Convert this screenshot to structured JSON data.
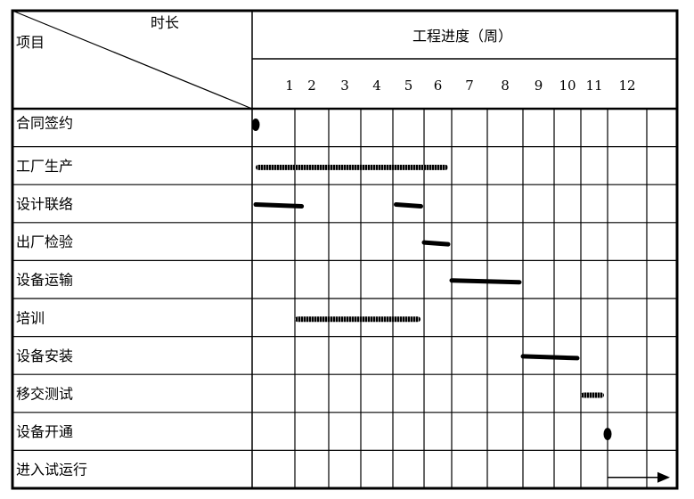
{
  "chart_data": {
    "type": "gantt",
    "corner_top_label": "时长",
    "corner_left_label": "项目",
    "xlabel": "工程进度（周）",
    "weeks": [
      "1",
      "2",
      "3",
      "4",
      "5",
      "6",
      "7",
      "8",
      "9",
      "10",
      "11",
      "12"
    ],
    "tasks": [
      {
        "label": "合同签约",
        "kind": "milestone",
        "at": 0
      },
      {
        "label": "工厂生产",
        "kind": "bar",
        "style": "hatched",
        "segments": [
          [
            0,
            6
          ]
        ]
      },
      {
        "label": "设计联络",
        "kind": "bar",
        "style": "solid",
        "segments": [
          [
            0,
            1.2
          ],
          [
            4.1,
            4.9
          ]
        ]
      },
      {
        "label": "出厂检验",
        "kind": "bar",
        "style": "solid",
        "segments": [
          [
            5.0,
            6.0
          ]
        ]
      },
      {
        "label": "设备运输",
        "kind": "bar",
        "style": "solid",
        "segments": [
          [
            6.0,
            8.0
          ]
        ]
      },
      {
        "label": "培训",
        "kind": "bar",
        "style": "hatched",
        "segments": [
          [
            1.0,
            5.0
          ]
        ]
      },
      {
        "label": "设备安装",
        "kind": "bar",
        "style": "solid",
        "segments": [
          [
            8.0,
            10.0
          ]
        ]
      },
      {
        "label": "移交测试",
        "kind": "bar",
        "style": "hatched",
        "segments": [
          [
            10.0,
            11.0
          ]
        ]
      },
      {
        "label": "设备开通",
        "kind": "milestone",
        "at": 11.0
      },
      {
        "label": "进入试运行",
        "kind": "arrow",
        "from": 11.0,
        "to": 12.0
      }
    ],
    "colors": {
      "line": "#000000",
      "mark": "#000000"
    }
  }
}
